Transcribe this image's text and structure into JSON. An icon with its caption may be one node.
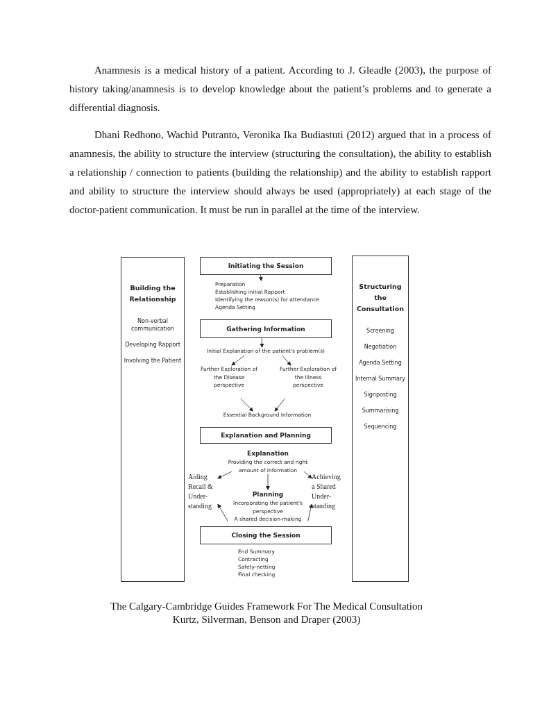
{
  "diagram": {
    "caption": "The Calgary-Cambridge Guides Framework For The Medical Consultation",
    "nodes": [
      {
        "text": [
          "Building the Relationship",
          "Non-verbal communication",
          "Developing Rapport",
          "Involving the Patient"
        ]
      },
      {
        "text": [
          "Structuring the Consultation",
          "Screening",
          "Negotiation",
          "Agenda Setting",
          "Internal Summary",
          "Signposting",
          "Summarising",
          "Sequencing"
        ]
      },
      {
        "text": [
          "Initiating the Session"
        ]
      },
      {
        "text": [
          "Preparation",
          "Establishing initial Rapport",
          "Identifying the reason(s) for attendance",
          "Agenda Setting"
        ]
      },
      {
        "text": [
          "Gathering Information"
        ]
      },
      {
        "text": [
          "Initial Explanation of the patient's problem(s)"
        ]
      },
      {
        "text": [
          "Further Exploration of the Disease perspective"
        ]
      },
      {
        "text": [
          "Further Exploration of the Illness perspective"
        ]
      },
      {
        "text": [
          "Essential Background Information"
        ]
      },
      {
        "text": [
          "Explanation and Planning"
        ]
      },
      {
        "text": [
          "Explanation",
          "Providing the correct and right amount of information"
        ]
      },
      {
        "text": [
          "Aiding Recall & Under- standing"
        ]
      },
      {
        "text": [
          "Achieving a Shared Under- standing"
        ]
      },
      {
        "text": [
          "Planning",
          "Incorporating the patient's perspective",
          "A shared decision-making"
        ]
      },
      {
        "text": [
          "Closing the Session"
        ]
      },
      {
        "text": [
          "End Summary",
          "Contracting",
          "Safety-netting",
          "Final checking"
        ]
      }
    ],
    "edges": [
      {
        "from": 2,
        "to": 3,
        "arrow": "to"
      },
      {
        "from": 4,
        "to": 5,
        "arrow": "to"
      },
      {
        "from": 5,
        "to": 6,
        "arrow": "to"
      },
      {
        "from": 5,
        "to": 7,
        "arrow": "to"
      },
      {
        "from": 6,
        "to": 8,
        "arrow": "to"
      },
      {
        "from": 7,
        "to": 8,
        "arrow": "to"
      },
      {
        "from": 10,
        "to": 11,
        "arrow": "to"
      },
      {
        "from": 10,
        "to": 12,
        "arrow": "to"
      },
      {
        "from": 10,
        "to": 13,
        "arrow": "to"
      },
      {
        "from": 13,
        "to": 11,
        "arrow": "to"
      },
      {
        "from": 13,
        "to": 12,
        "arrow": "to"
      }
    ],
    "labels": [
      "Anamnesis is a medical history of a patient. According to J. Gleadle (2003), the purpose of history taking/anamnesis is to develop knowledge about the patient’s problems and to generate a differential diagnosis.",
      "Dhani Redhono, Wachid Putranto, Veronika Ika Budiastuti (2012) argued that in a process of anamnesis, the ability to structure the interview (structuring the consultation), the ability to establish a relationship / connection to patients (building the relationship) and the ability to establish rapport and ability to structure the interview should always be used (appropriately) at each stage of the doctor-patient communication. It must be run in parallel at the time of the interview.",
      "Kurtz, Silverman, Benson and Draper (2003)"
    ]
  }
}
